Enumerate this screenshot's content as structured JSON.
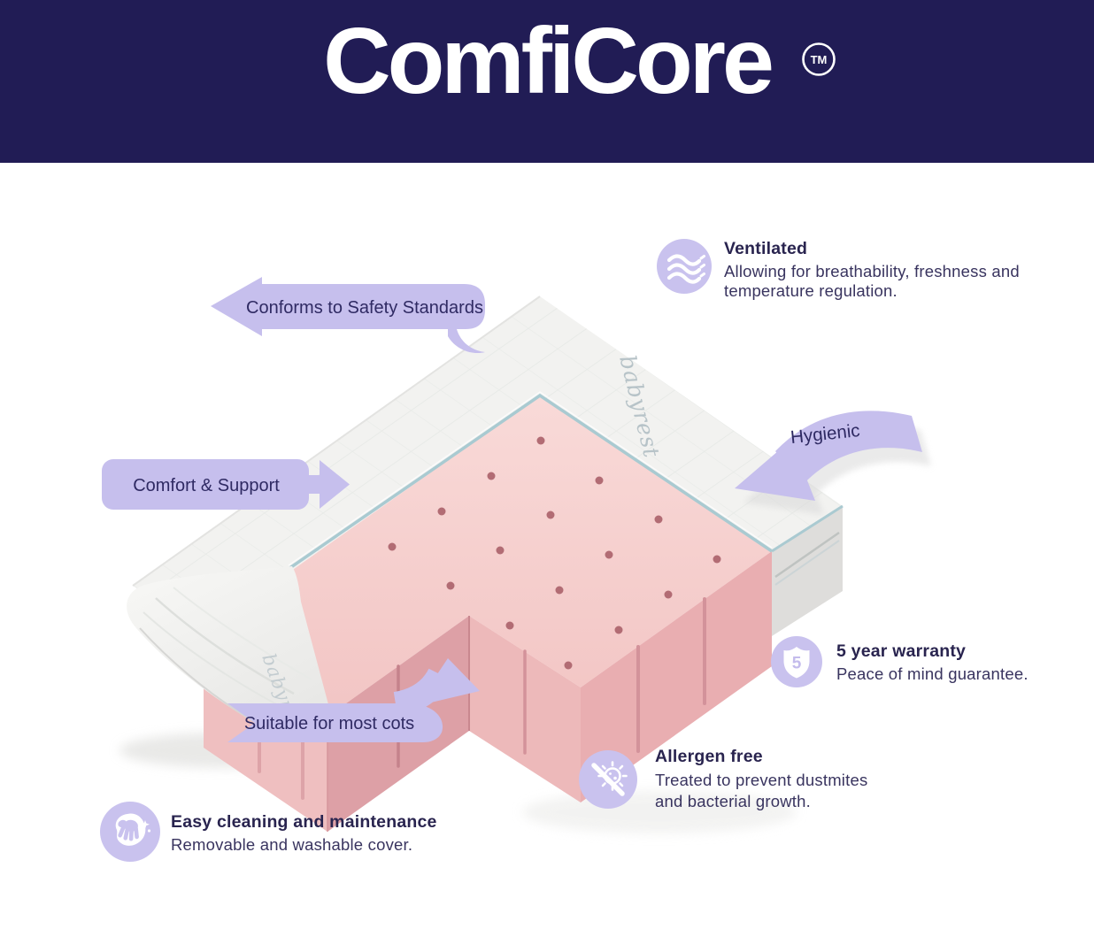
{
  "header": {
    "title": "ComfiCore",
    "trademark": "TM"
  },
  "callouts": {
    "safety": {
      "label": "Conforms to Safety Standards"
    },
    "comfort": {
      "label": "Comfort & Support"
    },
    "hygienic": {
      "label": "Hygienic"
    },
    "cots": {
      "label": "Suitable for most cots"
    }
  },
  "features": {
    "ventilated": {
      "icon": "air-flow-icon",
      "title": "Ventilated",
      "description": "Allowing for breathability, freshness and temperature regulation."
    },
    "warranty": {
      "icon": "shield-warranty-icon",
      "title": "5 year warranty",
      "badge": "5",
      "description": "Peace of mind guarantee."
    },
    "allergen": {
      "icon": "no-allergen-icon",
      "title": "Allergen free",
      "description": "Treated to prevent dustmites and bacterial growth."
    },
    "cleaning": {
      "icon": "wipe-clean-icon",
      "title": "Easy cleaning and maintenance",
      "description": "Removable and washable cover."
    }
  },
  "illustration": {
    "name": "cot-mattress-corner-cutaway",
    "cover_logo": "babyrest"
  },
  "colors": {
    "header_bg": "#211c55",
    "title_text": "#ffffff",
    "accent_lavender": "#c6bfed",
    "icon_lavender": "#c9c2ee",
    "label_navy": "#2f2a63",
    "foam_pink_top": "#f6d0cf",
    "foam_pink_face": "#eebabb",
    "foam_pink_shadow": "#dfa2a7",
    "foam_hole": "#b26c74",
    "cover_white": "#f2f2f0",
    "piping_teal": "#a9cad1",
    "background": "#ffffff"
  }
}
